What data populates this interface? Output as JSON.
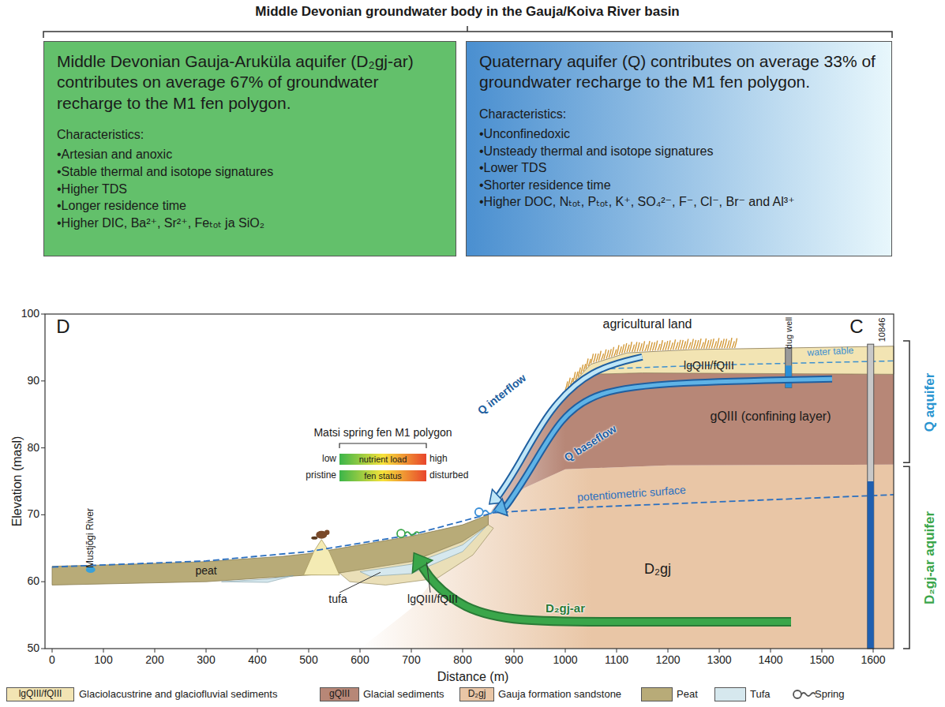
{
  "diagram": {
    "title": "Middle Devonian groundwater body in the Gauja/Koiva River basin",
    "nodes": [
      {
        "text": [
          "Middle Devonian Gauja-Aruküla aquifer (D₂gj-ar) contributes on average 67% of groundwater recharge to the M1 fen polygon.",
          "Characteristics:",
          "•Artesian and anoxic",
          "•Stable thermal and isotope signatures",
          "•Higher TDS",
          "•Longer residence time",
          "•Higher DIC, Ba²⁺, Sr²⁺, Feₜₒₜ ja SiO₂"
        ]
      },
      {
        "text": [
          "Quaternary aquifer (Q) contributes on average 33% of groundwater recharge to the M1 fen polygon.",
          "Characteristics:",
          "•Unconfinedoxic",
          "•Unsteady thermal and isotope signatures",
          "•Lower TDS",
          "•Shorter residence time",
          "•Higher DOC, Nₜₒₜ, Pₜₒₜ, K⁺, SO₄²⁻, F⁻, Cl⁻, Br⁻ and Al³⁺"
        ]
      }
    ],
    "labels": [
      "100",
      "90",
      "80",
      "70",
      "60",
      "50",
      "0",
      "100",
      "200",
      "300",
      "400",
      "500",
      "600",
      "700",
      "800",
      "900",
      "1000",
      "1100",
      "1200",
      "1300",
      "1400",
      "1500",
      "1600",
      "Elevation (masl)",
      "Distance (m)",
      "D",
      "C",
      "agricultural land",
      "dug well",
      "10846",
      "water table",
      "lgQIII/fQIII",
      "gQIII (confining layer)",
      "Q interflow",
      "Q baseflow",
      "Matsi spring fen M1 polygon",
      "low",
      "nutrient load",
      "high",
      "pristine",
      "fen status",
      "disturbed",
      "Mustjõgi River",
      "potentiometric surface",
      "peat",
      "tufa",
      "lgQIII/fQIII",
      "D₂gj",
      "D₂gj-ar",
      "Q aquifer",
      "D₂gj-ar aquifer",
      "lgQIII/fQIII",
      "gQIII",
      "D₂gj"
    ],
    "legend": [
      {
        "text": "Glaciolacustrine and glaciofluvial sediments",
        "color": "#f2e4b3"
      },
      {
        "text": "Glacial sediments",
        "color": "#b78777"
      },
      {
        "text": "Gauja formation sandstone",
        "color": "#e9c6a6"
      },
      {
        "text": "Peat",
        "color": "#b8ab78"
      },
      {
        "text": "Tufa",
        "color": "#d6e8ee"
      },
      {
        "text": "Spring"
      }
    ]
  }
}
